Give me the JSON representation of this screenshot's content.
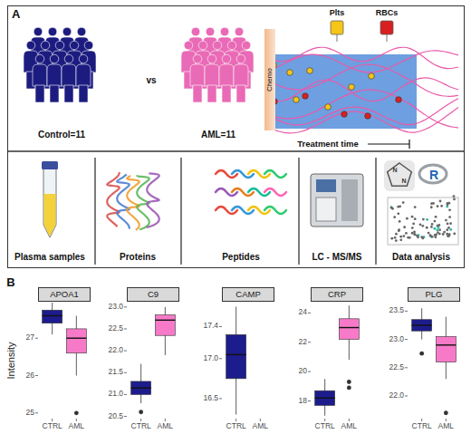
{
  "diagram": {
    "nodes": [
      {
        "text": [
          "A"
        ]
      },
      {
        "text": [
          "Chemo"
        ],
        "in": 0
      },
      {
        "text": [
          "APOA1"
        ]
      },
      {
        "text": [
          "C9"
        ]
      },
      {
        "text": [
          "CAMP"
        ]
      },
      {
        "text": [
          "CRP"
        ]
      },
      {
        "text": [
          "PLG"
        ]
      }
    ],
    "labels": [
      "Control=11",
      "vs",
      "AML=11",
      "Plts",
      "RBCs",
      "Treatment time",
      "Plasma samples",
      "Proteins",
      "Peptides",
      "LC - MS/MS",
      "Data analysis",
      "N",
      "N",
      "R",
      "B",
      "Intensity",
      "25",
      "26",
      "27",
      "20.5",
      "21.0",
      "21.5",
      "22.0",
      "22.5",
      "23.0",
      "16.5",
      "17.0",
      "17.4",
      "18",
      "20",
      "22",
      "24",
      "22.0",
      "22.5",
      "23.0",
      "23.5",
      "CTRL",
      "AML",
      "CTRL",
      "AML",
      "CTRL",
      "AML",
      "CTRL",
      "AML",
      "CTRL",
      "AML"
    ]
  }
}
